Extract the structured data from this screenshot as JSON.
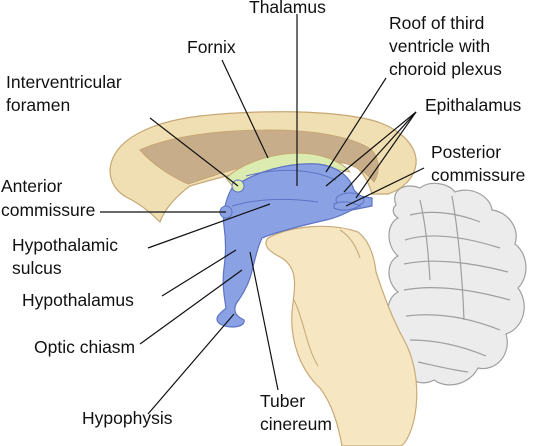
{
  "diagram": {
    "colors": {
      "background": "#ffffff",
      "corpus_callosum": "#f1dfb4",
      "corpus_callosum_outline": "#c6a773",
      "ventricle": "#c8ad8a",
      "fornix": "#dcebb0",
      "diencephalon": "#8aa2e3",
      "diencephalon_outline": "#5d73c4",
      "brainstem": "#f7e6c2",
      "brainstem_outline": "#c8ab78",
      "cerebellum": "#ececec",
      "cerebellum_outline": "#9f9f9f",
      "label": "#111111"
    },
    "labels": {
      "thalamus": "Thalamus",
      "fornix": "Fornix",
      "roof_line1": "Roof of third",
      "roof_line2": "ventricle with",
      "roof_line3": "choroid plexus",
      "interventricular_line1": "Interventricular",
      "interventricular_line2": "foramen",
      "epithalamus": "Epithalamus",
      "posterior_line1": "Posterior",
      "posterior_line2": "commissure",
      "anterior_line1": "Anterior",
      "anterior_line2": "commissure",
      "hypothalamic_line1": "Hypothalamic",
      "hypothalamic_line2": "sulcus",
      "hypothalamus": "Hypothalamus",
      "optic_chiasm": "Optic chiasm",
      "hypophysis": "Hypophysis",
      "tuber_line1": "Tuber",
      "tuber_line2": "cinereum"
    }
  }
}
